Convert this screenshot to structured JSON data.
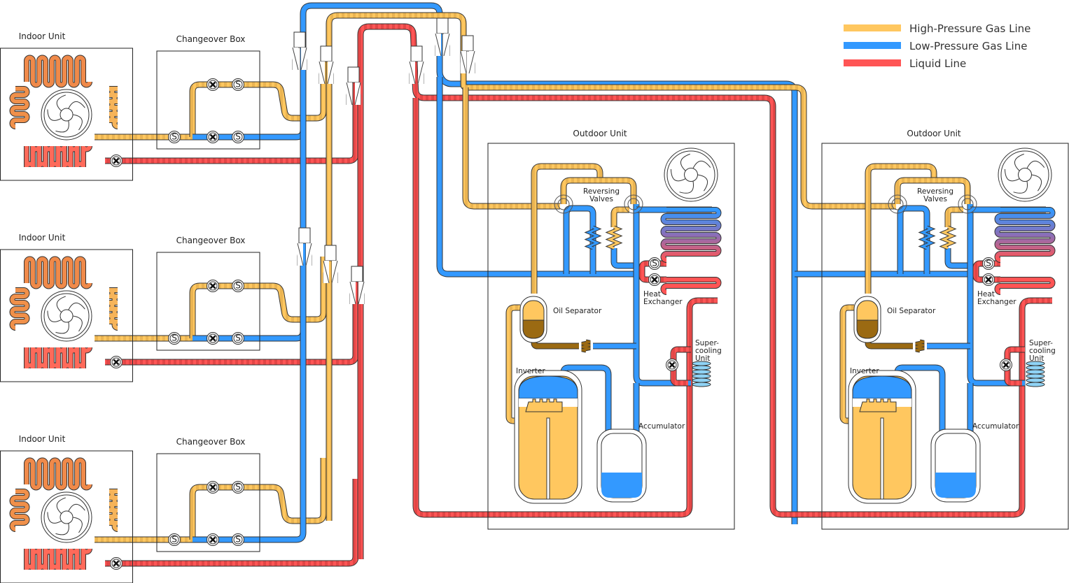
{
  "colors": {
    "high_pressure": "#ffc75f",
    "low_pressure": "#3399ff",
    "liquid": "#ff5555",
    "oil": "#9b6a12",
    "outline": "#333333"
  },
  "legend": [
    {
      "label": "High-Pressure Gas Line",
      "color": "#ffc75f"
    },
    {
      "label": "Low-Pressure Gas Line",
      "color": "#3399ff"
    },
    {
      "label": "Liquid Line",
      "color": "#ff5555"
    }
  ],
  "indoor_units": [
    {
      "label": "Indoor Unit"
    },
    {
      "label": "Indoor Unit"
    },
    {
      "label": "Indoor Unit"
    }
  ],
  "changeover_boxes": [
    {
      "label": "Changeover Box"
    },
    {
      "label": "Changeover Box"
    },
    {
      "label": "Changeover Box"
    }
  ],
  "outdoor_units": [
    {
      "label": "Outdoor Unit",
      "reversing_valves": [
        "Reversing",
        "Valves"
      ],
      "heat_exchanger": [
        "Heat",
        "Exchanger"
      ],
      "oil_separator": "Oil Separator",
      "supercooling": [
        "Super-",
        "cooling",
        "Unit"
      ],
      "inverter": "Inverter",
      "accumulator": "Accumulator"
    },
    {
      "label": "Outdoor Unit",
      "reversing_valves": [
        "Reversing",
        "Valves"
      ],
      "heat_exchanger": [
        "Heat",
        "Exchanger"
      ],
      "oil_separator": "Oil Separator",
      "supercooling": [
        "Super-",
        "cooling",
        "Unit"
      ],
      "inverter": "Inverter",
      "accumulator": "Accumulator"
    }
  ],
  "valve_symbols": {
    "solenoid": "S",
    "expansion": "✕"
  }
}
